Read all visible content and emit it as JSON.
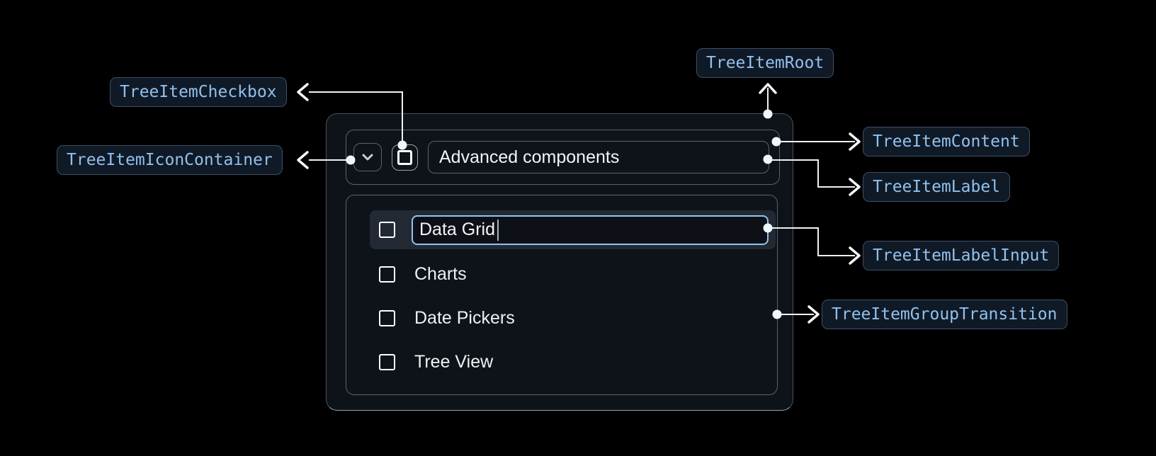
{
  "annotations": {
    "root": "TreeItemRoot",
    "content": "TreeItemContent",
    "checkbox": "TreeItemCheckbox",
    "icon_container": "TreeItemIconContainer",
    "label": "TreeItemLabel",
    "label_input": "TreeItemLabelInput",
    "group_transition": "TreeItemGroupTransition"
  },
  "tree": {
    "parent": {
      "label": "Advanced components",
      "expanded": true,
      "checked": false
    },
    "editing_item": {
      "value": "Data Grid",
      "checked": false
    },
    "children": [
      {
        "label": "Charts",
        "checked": false
      },
      {
        "label": "Date Pickers",
        "checked": false
      },
      {
        "label": "Tree View",
        "checked": false
      }
    ]
  },
  "colors": {
    "page_background": "#000000",
    "chip_background": "#101a26",
    "chip_border": "#3e4f63",
    "chip_text": "#90c1ee",
    "input_focus_border": "#92c4f1",
    "row_highlight": "#232932",
    "connector": "#eef2f7",
    "box_border": "#59626c",
    "text": "#f2f4f6"
  }
}
